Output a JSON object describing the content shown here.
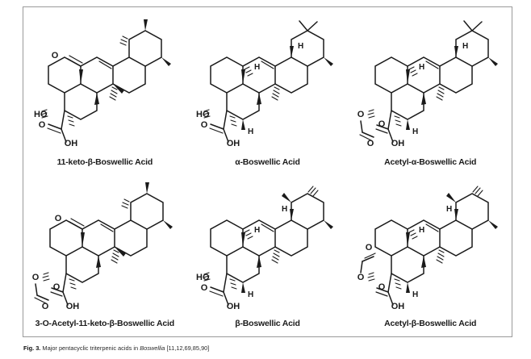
{
  "figure": {
    "caption_lead": "Fig. 3.",
    "caption_text_a": " Major pentacyclic triterpenic acids in ",
    "caption_italic": "Boswellia",
    "caption_text_b": " [11,12,69,85,90]"
  },
  "structures": [
    {
      "id": "11-keto-beta-boswellic-acid",
      "label": "11-keto-β-Boswellic Acid",
      "skeleton": "ursane",
      "atom_labels": [
        "HO",
        "O",
        "O",
        "OH"
      ],
      "features": [
        "3-hydroxy",
        "11-keto",
        "C12-C13 alkene",
        "24-carboxylic acid"
      ]
    },
    {
      "id": "alpha-boswellic-acid",
      "label": "α-Boswellic Acid",
      "skeleton": "oleanane",
      "atom_labels": [
        "HO",
        "O",
        "OH",
        "H",
        "H",
        "H"
      ],
      "features": [
        "3-hydroxy",
        "C12-C13 alkene",
        "24-carboxylic acid"
      ]
    },
    {
      "id": "acetyl-alpha-boswellic-acid",
      "label": "Acetyl-α-Boswellic Acid",
      "skeleton": "oleanane",
      "atom_labels": [
        "O",
        "O",
        "O",
        "OH",
        "H",
        "H",
        "H"
      ],
      "features": [
        "3-O-acetyl",
        "C12-C13 alkene",
        "24-carboxylic acid"
      ]
    },
    {
      "id": "3-o-acetyl-11-keto-beta-boswellic-acid",
      "label": "3-O-Acetyl-11-keto-β-Boswellic Acid",
      "skeleton": "ursane",
      "atom_labels": [
        "O",
        "O",
        "O",
        "O",
        "OH"
      ],
      "features": [
        "3-O-acetyl",
        "11-keto",
        "C12-C13 alkene",
        "24-carboxylic acid"
      ]
    },
    {
      "id": "beta-boswellic-acid",
      "label": "β-Boswellic Acid",
      "skeleton": "ursane",
      "atom_labels": [
        "HO",
        "O",
        "OH",
        "H",
        "H",
        "H"
      ],
      "features": [
        "3-hydroxy",
        "C12-C13 alkene",
        "24-carboxylic acid"
      ]
    },
    {
      "id": "acetyl-beta-boswellic-acid",
      "label": "Acetyl-β-Boswellic Acid",
      "skeleton": "ursane",
      "atom_labels": [
        "O",
        "O",
        "O",
        "OH",
        "H",
        "H",
        "H"
      ],
      "features": [
        "3-O-acetyl",
        "C12-C13 alkene",
        "24-carboxylic acid"
      ]
    }
  ],
  "colors": {
    "border": "#9a9a9a",
    "ink": "#1a1a1a",
    "background": "#ffffff",
    "caption": "#2a2a2a"
  }
}
